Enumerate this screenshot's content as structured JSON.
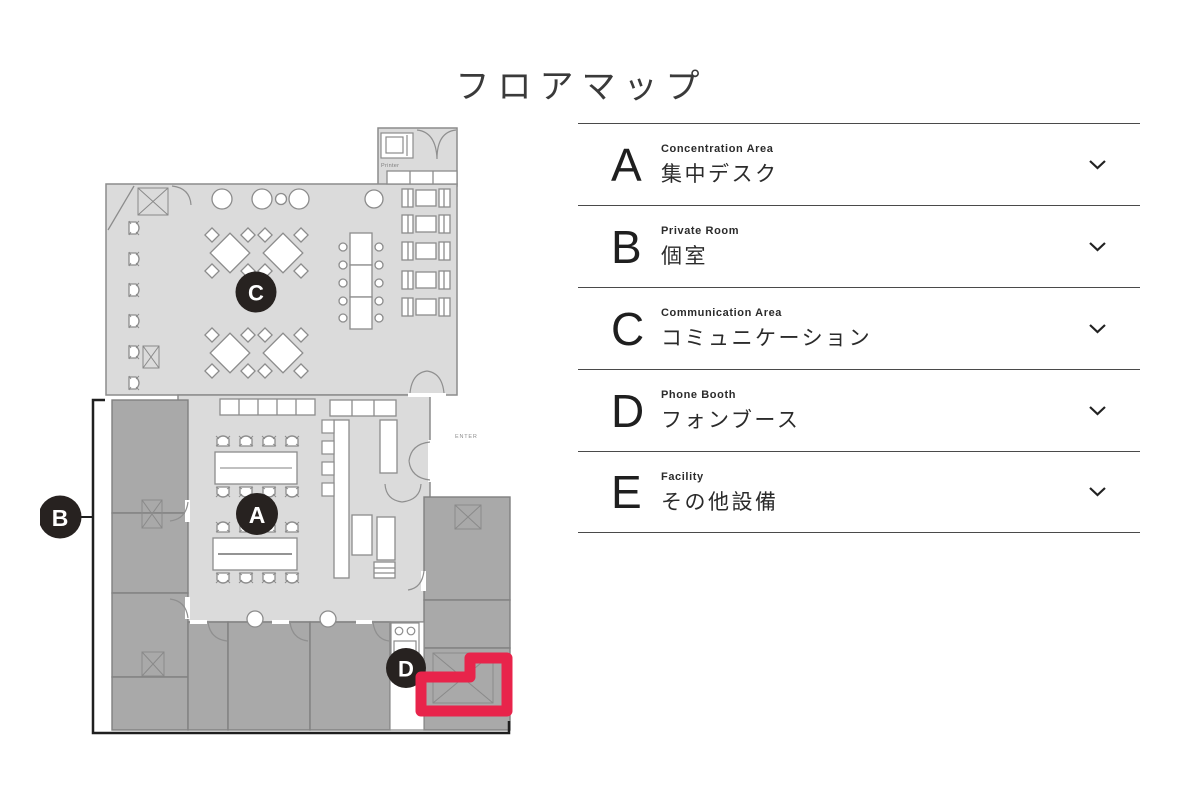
{
  "title": "フロアマップ",
  "legend": {
    "items": [
      {
        "letter": "A",
        "en": "Concentration Area",
        "ja": "集中デスク"
      },
      {
        "letter": "B",
        "en": "Private Room",
        "ja": "個室"
      },
      {
        "letter": "C",
        "en": "Communication Area",
        "ja": "コミュニケーション"
      },
      {
        "letter": "D",
        "en": "Phone Booth",
        "ja": "フォンブース"
      },
      {
        "letter": "E",
        "en": "Facility",
        "ja": "その他設備"
      }
    ]
  },
  "floorplan": {
    "printer_label": "Printer",
    "enter_label": "ENTER",
    "markers": [
      {
        "letter": "A"
      },
      {
        "letter": "B"
      },
      {
        "letter": "C"
      },
      {
        "letter": "D"
      }
    ],
    "colors": {
      "highlight_red": "#e8244b",
      "marker_black": "#272220",
      "floor_light": "#dbdbdb",
      "room_dark": "#a9a9a9"
    }
  }
}
